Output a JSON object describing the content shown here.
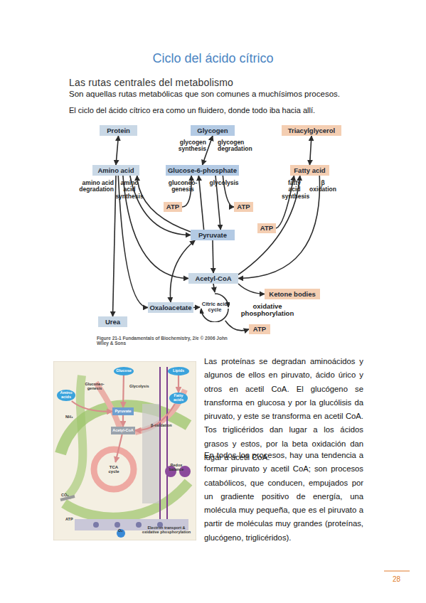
{
  "diagram": {
    "title": "Ciclo del ácido cítrico",
    "caption": "Figure 21-1 Fundamentals of Biochemistry, 2/e © 2006 John Wiley & Sons",
    "nodes": [
      {
        "text": [
          "Protein"
        ]
      },
      {
        "text": [
          "Glycogen"
        ]
      },
      {
        "text": [
          "Triacylglycerol"
        ]
      },
      {
        "text": [
          "Amino acid"
        ]
      },
      {
        "text": [
          "Glucose-6-phosphate"
        ]
      },
      {
        "text": [
          "Fatty acid"
        ]
      },
      {
        "text": [
          "ATP"
        ]
      },
      {
        "text": [
          "ATP"
        ]
      },
      {
        "text": [
          "ATP"
        ]
      },
      {
        "text": [
          "Pyruvate"
        ]
      },
      {
        "text": [
          "Acetyl-CoA"
        ]
      },
      {
        "text": [
          "Ketone bodies"
        ]
      },
      {
        "text": [
          "Oxaloacetate"
        ]
      },
      {
        "text": [
          "Citric acid cycle"
        ]
      },
      {
        "text": [
          "Urea"
        ]
      },
      {
        "text": [
          "ATP"
        ]
      },
      {
        "text": [
          "Glucose"
        ]
      },
      {
        "text": [
          "Lipids"
        ]
      },
      {
        "text": [
          "Amino acids"
        ]
      },
      {
        "text": [
          "Fatty acids"
        ]
      },
      {
        "text": [
          "Pyruvate"
        ]
      },
      {
        "text": [
          "Acetyl-CoA"
        ]
      },
      {
        "text": [
          "TCA cycle"
        ]
      }
    ],
    "edges": [
      {
        "from": 0,
        "to": 3,
        "arrow": "both"
      },
      {
        "from": 1,
        "to": 4,
        "arrow": "both"
      },
      {
        "from": 2,
        "to": 5,
        "arrow": "both"
      },
      {
        "from": 4,
        "to": 9,
        "arrow": "to"
      },
      {
        "from": 9,
        "to": 4,
        "arrow": "to"
      },
      {
        "from": 6,
        "to": 4,
        "arrow": "to"
      },
      {
        "from": 4,
        "to": 7,
        "arrow": "to"
      },
      {
        "from": 3,
        "to": 14,
        "arrow": "to"
      },
      {
        "from": 3,
        "to": 9,
        "arrow": "to"
      },
      {
        "from": 3,
        "to": 10,
        "arrow": "to"
      },
      {
        "from": 3,
        "to": 12,
        "arrow": "to"
      },
      {
        "from": 9,
        "to": 3,
        "arrow": "to"
      },
      {
        "from": 9,
        "to": 10,
        "arrow": "to"
      },
      {
        "from": 9,
        "to": 12,
        "arrow": "both"
      },
      {
        "from": 5,
        "to": 10,
        "arrow": "to"
      },
      {
        "from": 10,
        "to": 5,
        "arrow": "to"
      },
      {
        "from": 8,
        "to": 5,
        "arrow": "to"
      },
      {
        "from": 10,
        "to": 11,
        "arrow": "to"
      },
      {
        "from": 10,
        "to": 13,
        "arrow": "to"
      },
      {
        "from": 12,
        "to": 13,
        "arrow": "to"
      },
      {
        "from": 13,
        "to": 15,
        "label": "oxidative phosphorylation",
        "arrow": "to"
      },
      {
        "from": 16,
        "to": 20,
        "arrow": "to"
      },
      {
        "from": 17,
        "to": 19,
        "arrow": "to"
      },
      {
        "from": 19,
        "to": 21,
        "arrow": "to"
      },
      {
        "from": 20,
        "to": 21,
        "arrow": "to"
      },
      {
        "from": 18,
        "to": 20,
        "arrow": "to"
      },
      {
        "from": 21,
        "to": 22,
        "arrow": "to"
      }
    ],
    "labels": [
      "Las rutas centrales del metabolismo",
      "Son aquellas rutas metabólicas que son comunes a muchísimos procesos.",
      "El ciclo del ácido cítrico era como un fluidero, donde todo iba hacia allí.",
      "amino acid degradation",
      "amino acid synthesis",
      "glycogen synthesis",
      "glycogen degradation",
      "gluconeo- genesis",
      "glycolysis",
      "fatty acid synthesis",
      "β oxidation",
      "Glycolysis",
      "Gluconeo- genesis",
      "β-oxidation",
      "Redox balance",
      "NH₃",
      "CO₂",
      "ATP",
      "O₂",
      "Electron transport & oxidative phosphorylation",
      "Las proteínas se degradan aminoácidos y algunos de ellos en piruvato, ácido úrico y otros en acetil CoA. El glucógeno se transforma en glucosa y por la glucólisis da piruvato, y este se transforma en acetil CoA. Tos triglicéridos dan lugar a los ácidos grasos y estos, por la beta oxidación dan lugar a acetil CoA.",
      "En todos los procesos, hay una tendencia a formar piruvato y acetil CoA; son procesos catabólicos, que conducen, empujados por un gradiente positivo de energía, una molécula muy pequeña, que es el piruvato a partir de moléculas muy grandes (proteínas, glucógeno, triglicéridos).",
      "28"
    ]
  }
}
